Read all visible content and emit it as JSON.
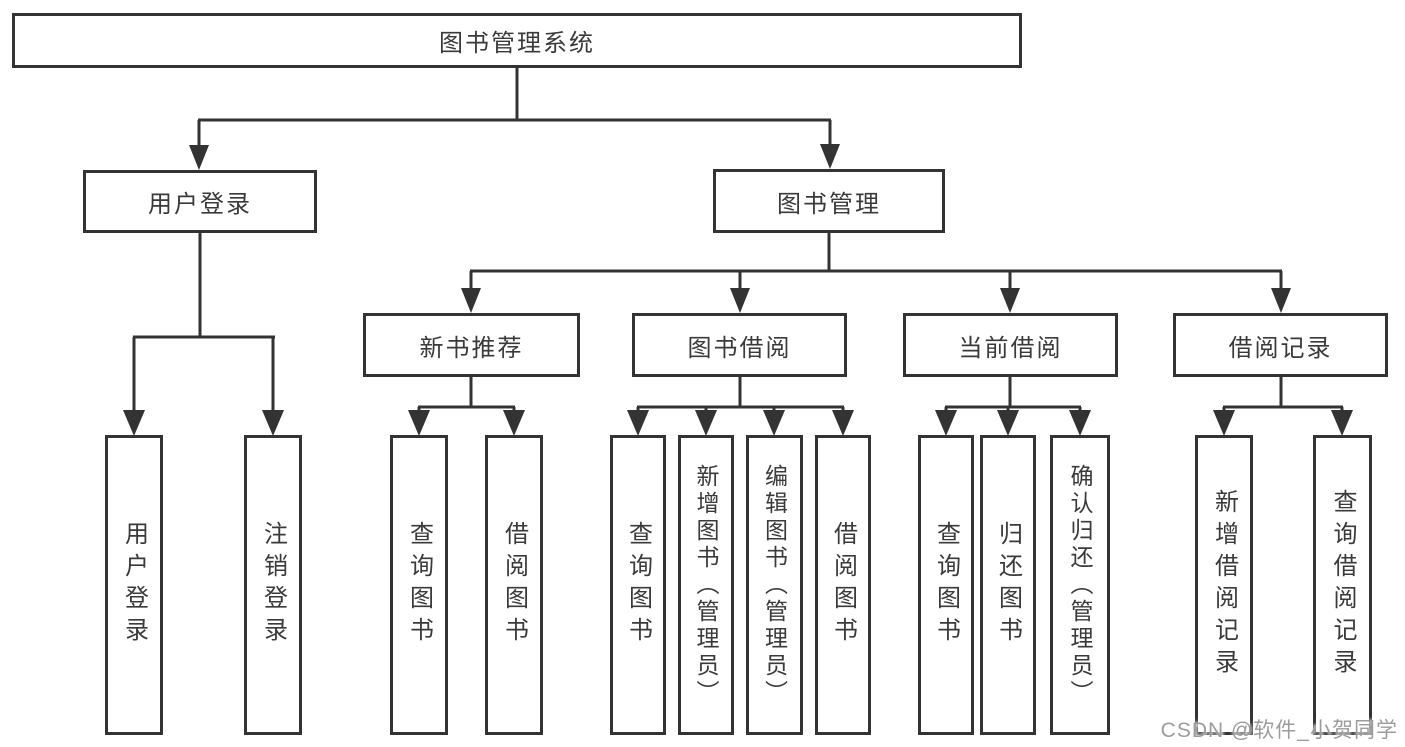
{
  "diagram_type": "hierarchy",
  "colors": {
    "line": "#333333",
    "box_bg": "#ffffff",
    "text": "#3a3a3a",
    "watermark": "#9c9c9c"
  },
  "tree": {
    "label": "图书管理系统",
    "children": [
      {
        "label": "用户登录",
        "children": [
          {
            "label": "用户登录"
          },
          {
            "label": "注销登录"
          }
        ]
      },
      {
        "label": "图书管理",
        "children": [
          {
            "label": "新书推荐",
            "children": [
              {
                "label": "查询图书"
              },
              {
                "label": "借阅图书"
              }
            ]
          },
          {
            "label": "图书借阅",
            "children": [
              {
                "label": "查询图书"
              },
              {
                "label": "新增图书（管理员）"
              },
              {
                "label": "编辑图书（管理员）"
              },
              {
                "label": "借阅图书"
              }
            ]
          },
          {
            "label": "当前借阅",
            "children": [
              {
                "label": "查询图书"
              },
              {
                "label": "归还图书"
              },
              {
                "label": "确认归还（管理员）"
              }
            ]
          },
          {
            "label": "借阅记录",
            "children": [
              {
                "label": "新增借阅记录"
              },
              {
                "label": "查询借阅记录"
              }
            ]
          }
        ]
      }
    ]
  },
  "watermark": {
    "text": "CSDN @软件_小贺同学"
  }
}
